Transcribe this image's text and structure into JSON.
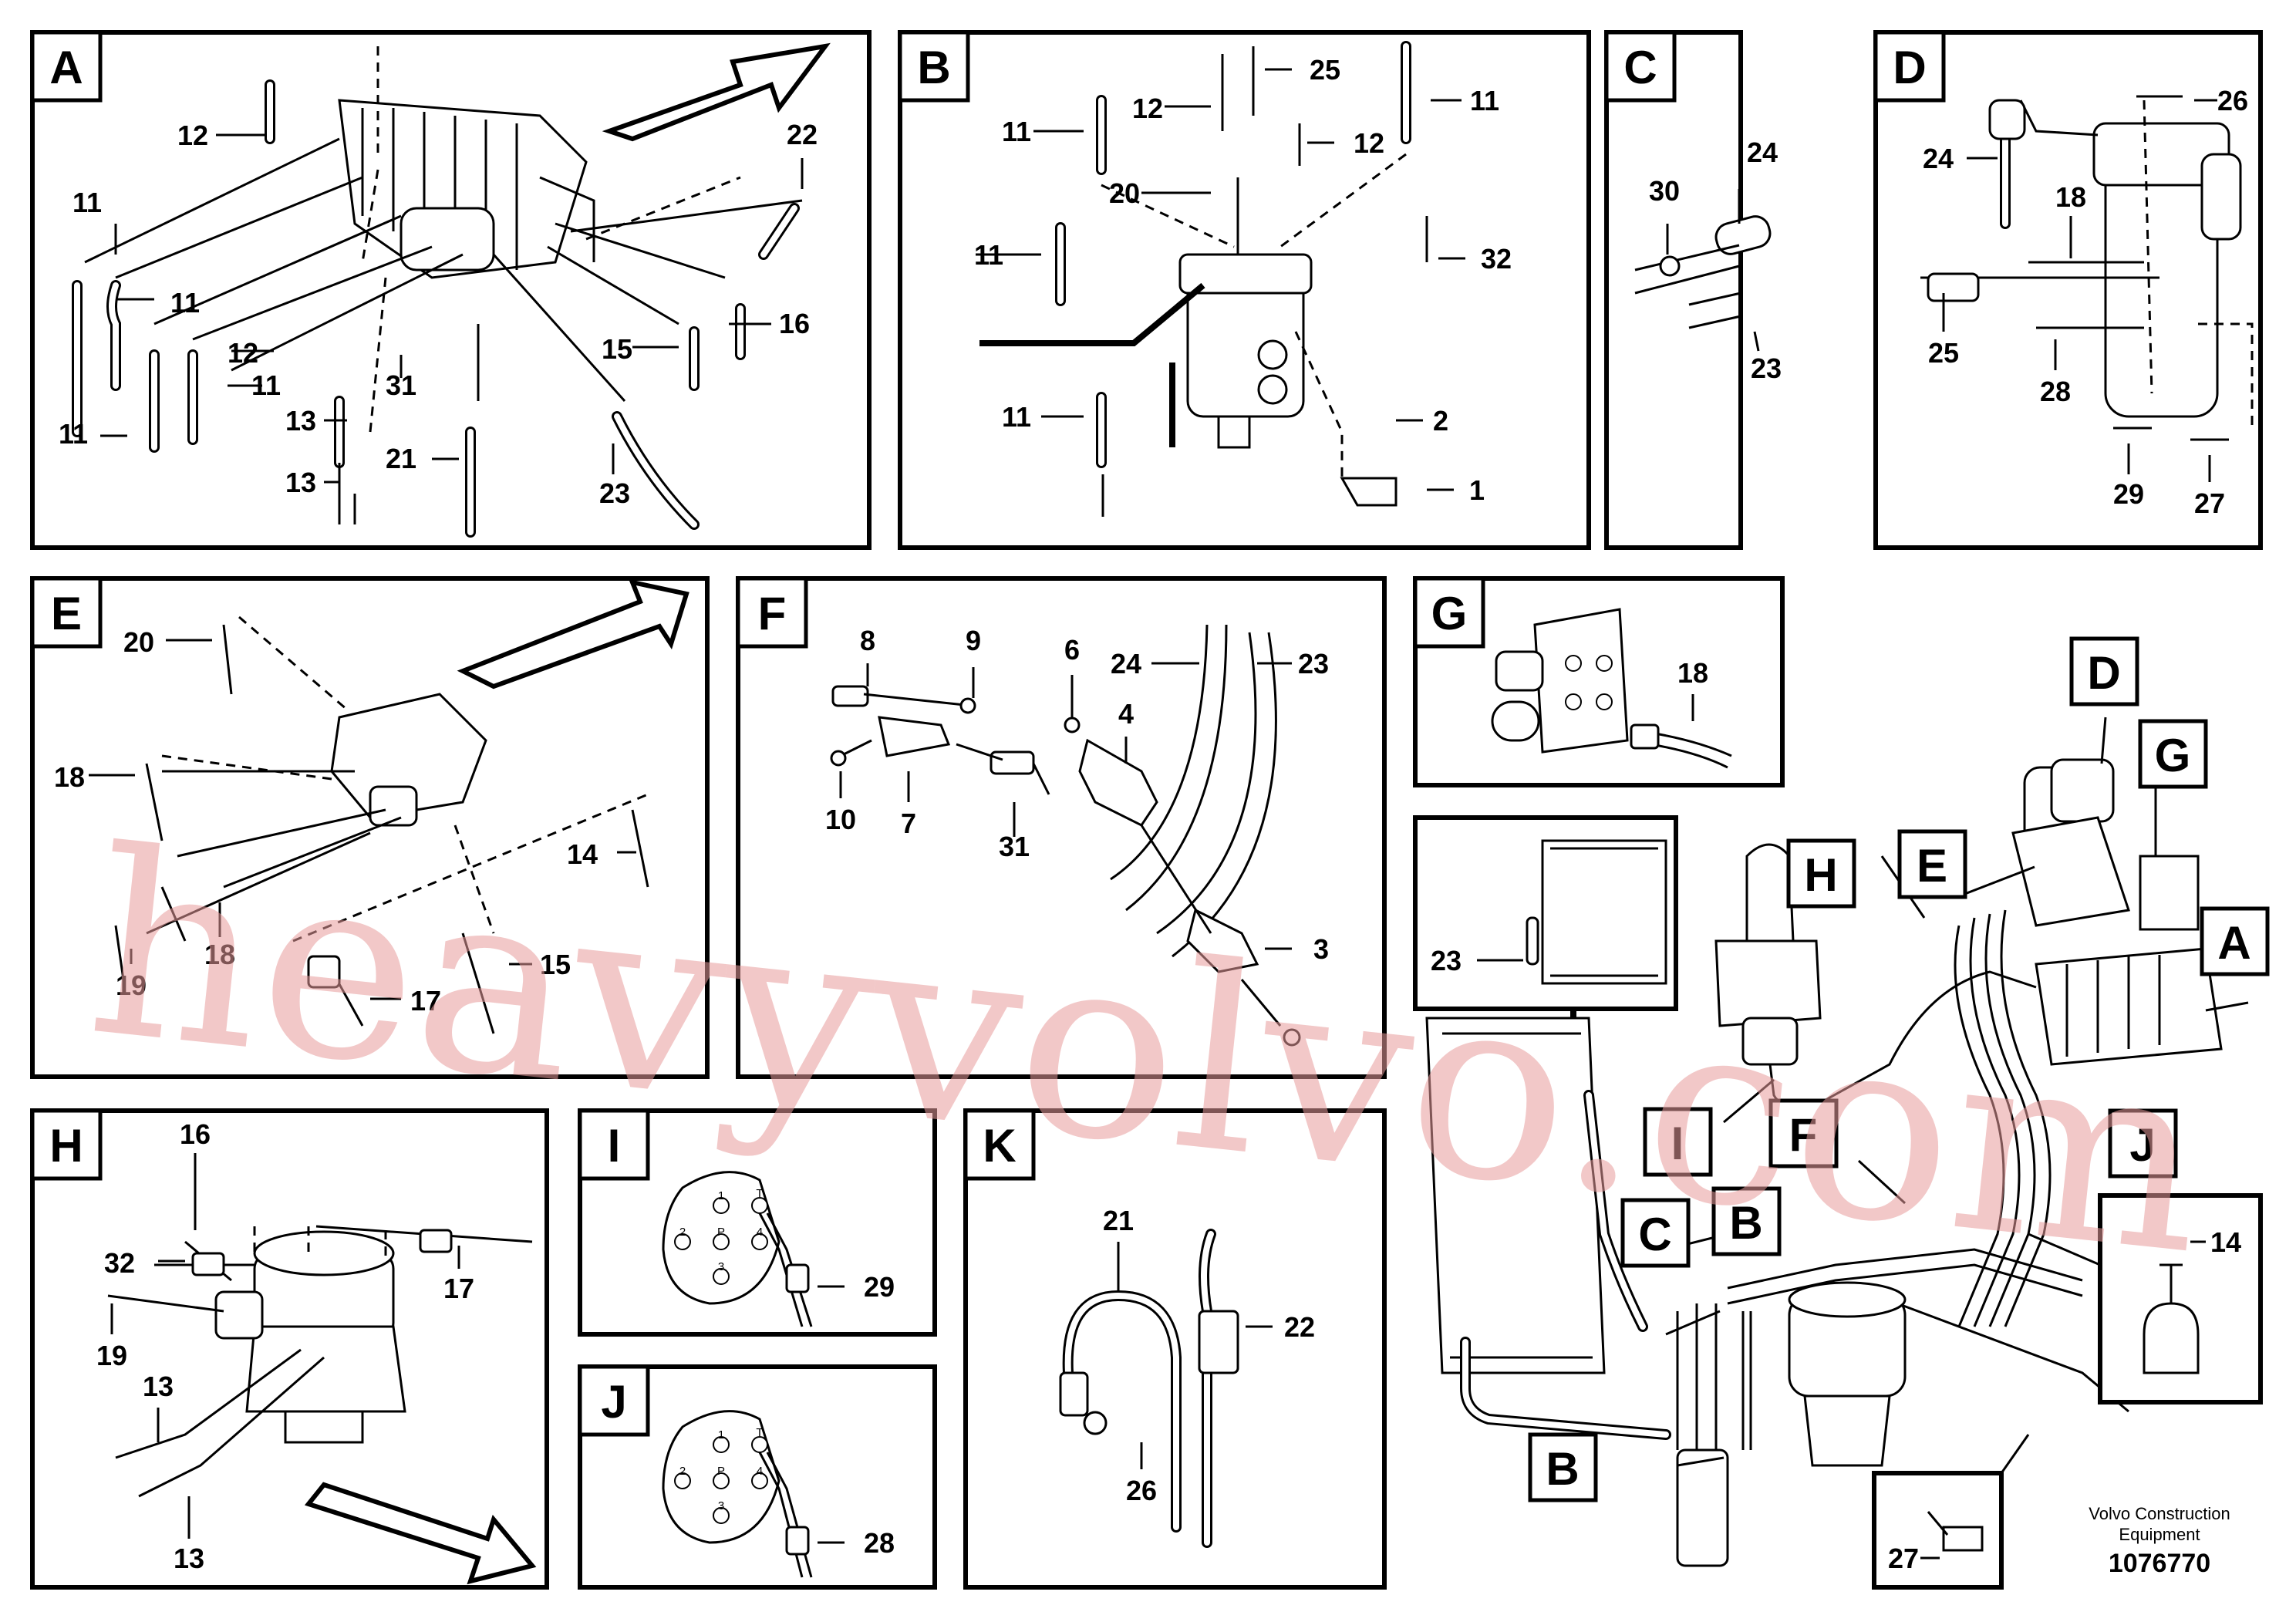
{
  "panels": {
    "A": {
      "tag": "A",
      "callouts": [
        "12",
        "22",
        "11",
        "11",
        "12",
        "11",
        "11",
        "31",
        "15",
        "16",
        "13",
        "13",
        "21",
        "23"
      ]
    },
    "B": {
      "tag": "B",
      "callouts": [
        "25",
        "12",
        "11",
        "11",
        "12",
        "20",
        "11",
        "32",
        "11",
        "2",
        "1"
      ]
    },
    "C": {
      "tag": "C",
      "callouts": [
        "30",
        "24",
        "23"
      ]
    },
    "D": {
      "tag": "D",
      "callouts": [
        "26",
        "24",
        "18",
        "25",
        "28",
        "29",
        "27"
      ]
    },
    "E": {
      "tag": "E",
      "callouts": [
        "20",
        "18",
        "14",
        "19",
        "18",
        "17",
        "15"
      ]
    },
    "F": {
      "tag": "F",
      "callouts": [
        "8",
        "9",
        "6",
        "24",
        "23",
        "4",
        "10",
        "7",
        "31",
        "3"
      ]
    },
    "G": {
      "tag": "G",
      "callouts": [
        "18"
      ]
    },
    "H": {
      "tag": "H",
      "callouts": [
        "16",
        "32",
        "17",
        "19",
        "13",
        "13"
      ]
    },
    "I": {
      "tag": "I",
      "callouts": [
        "29"
      ]
    },
    "J": {
      "tag": "J",
      "callouts": [
        "28"
      ]
    },
    "K": {
      "tag": "K",
      "callouts": [
        "21",
        "22",
        "26"
      ]
    }
  },
  "connector_pins": {
    "one": "1",
    "two": "2",
    "three": "3",
    "four": "4",
    "p": "P",
    "t": "T"
  },
  "overview": {
    "tags": [
      "D",
      "G",
      "E",
      "H",
      "A",
      "I",
      "F",
      "J",
      "C",
      "B",
      "B"
    ],
    "callouts": {
      "radiator_hose": "23",
      "accumulator": "14",
      "elbow_detail": "27"
    }
  },
  "footer": {
    "company_line1": "Volvo Construction",
    "company_line2": "Equipment",
    "drawing_number": "1076770"
  },
  "watermark": "heavyvolvo.com"
}
